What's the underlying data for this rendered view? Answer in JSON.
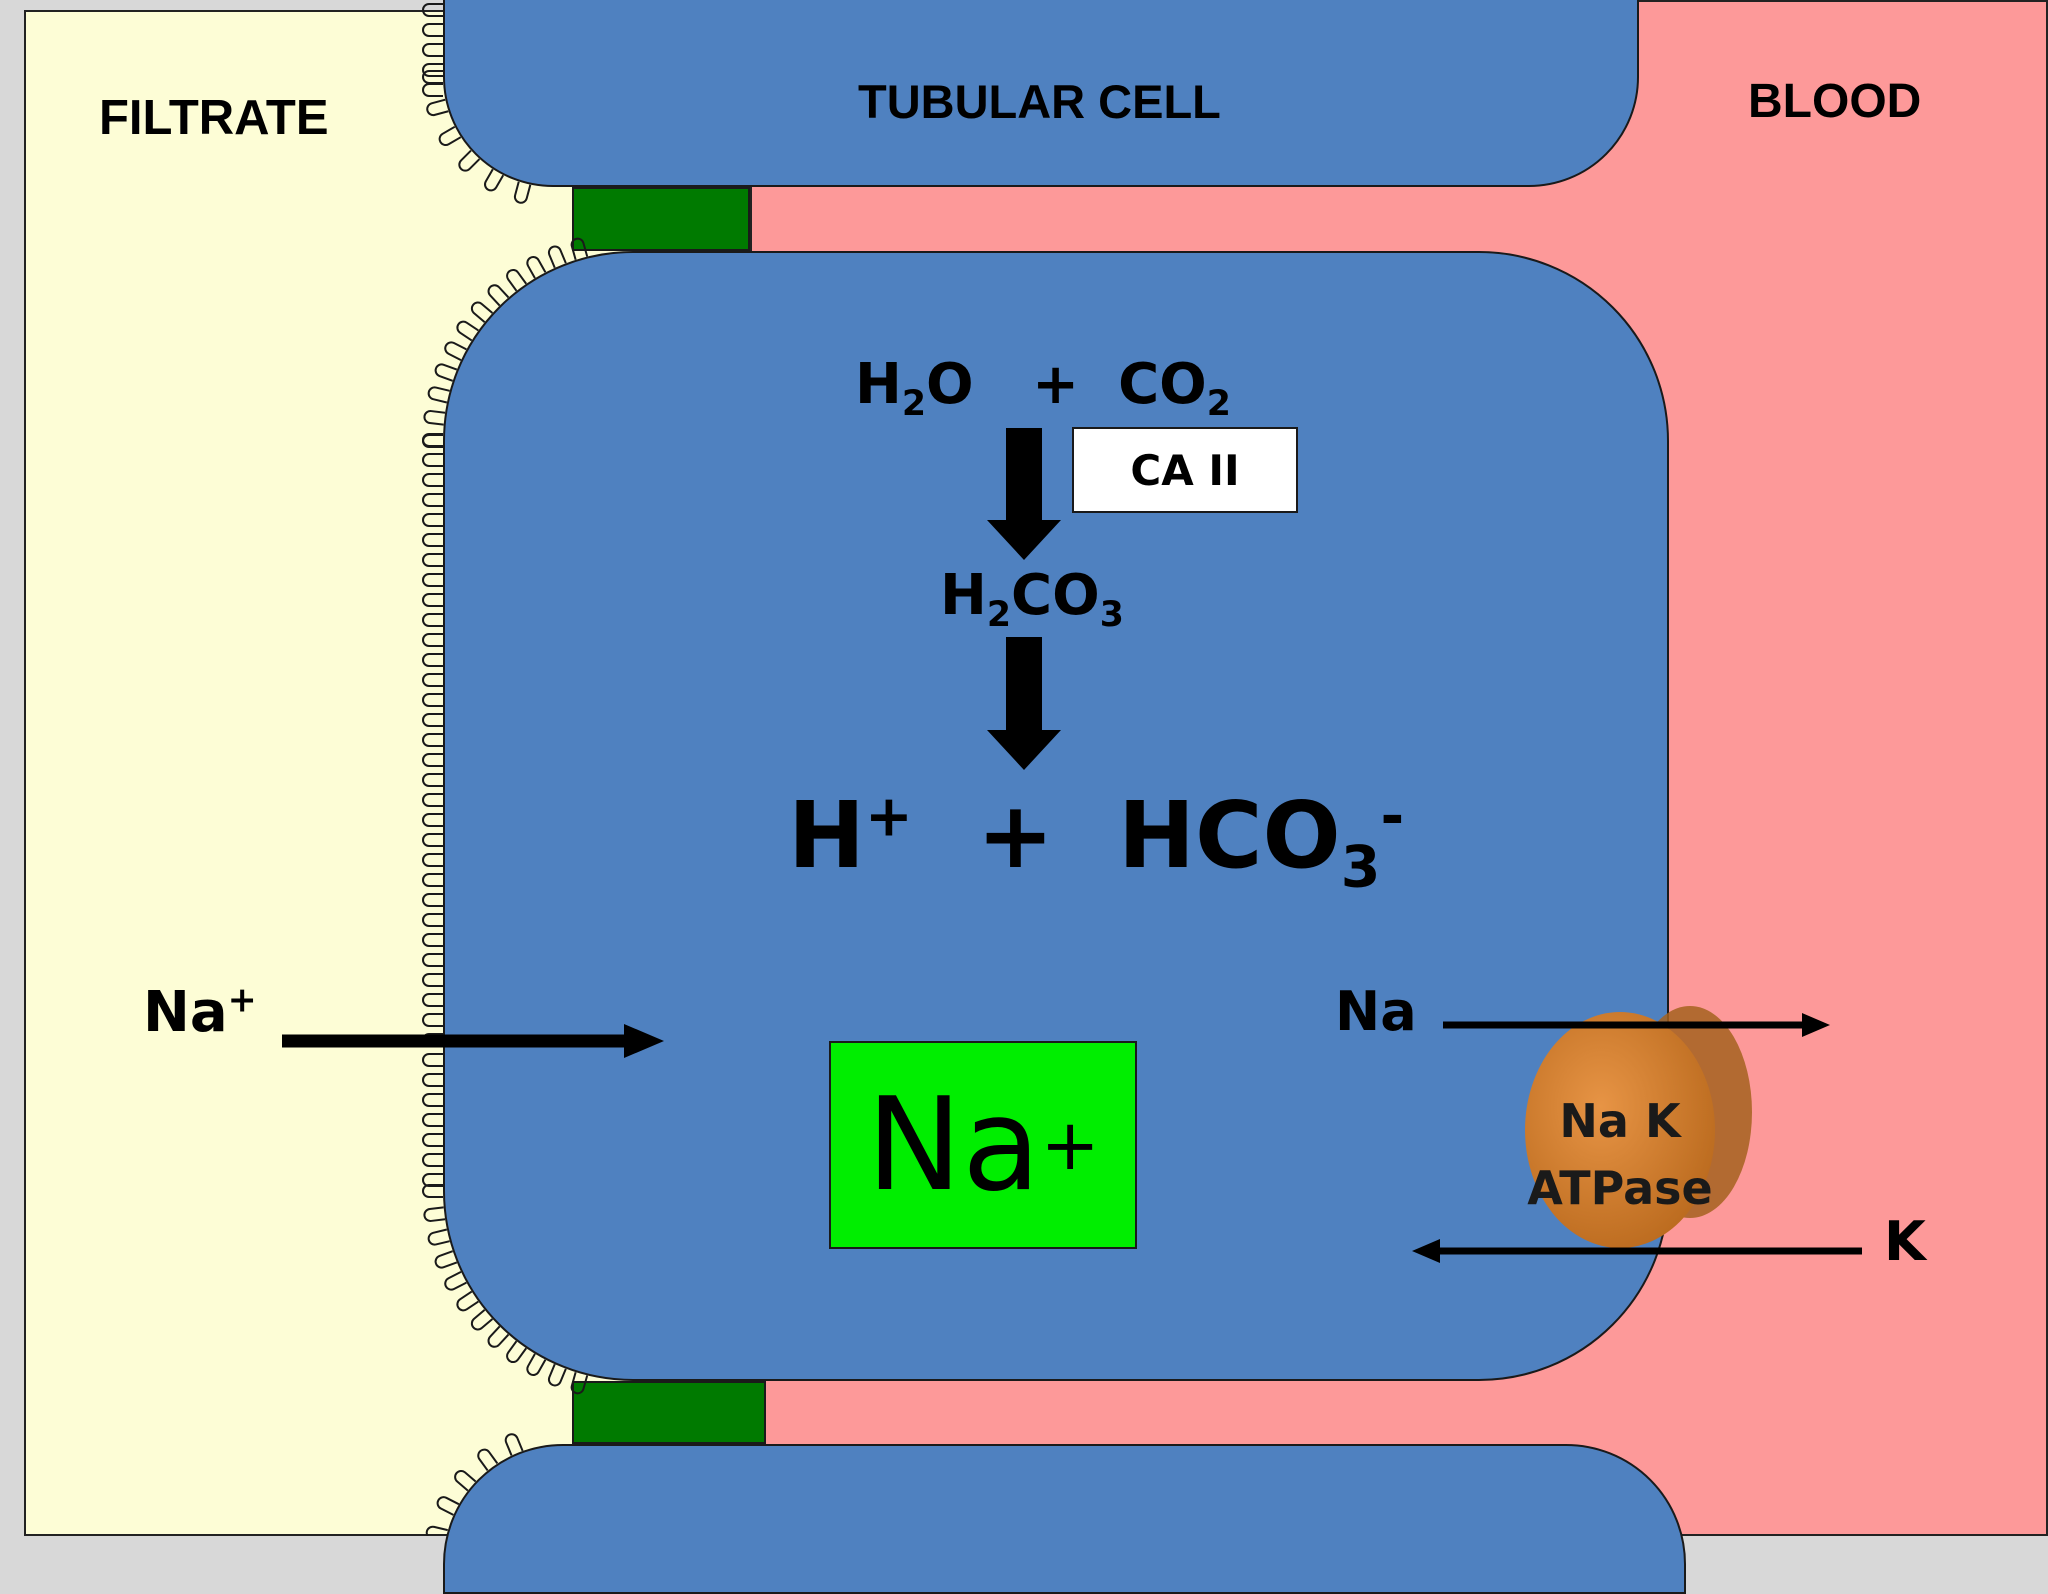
{
  "regions": {
    "filtrate": "FILTRATE",
    "tubular_cell": "TUBULAR CELL",
    "blood": "BLOOD"
  },
  "reaction": {
    "reactant_water": "H",
    "reactant_water_sub": "2",
    "reactant_water_tail": "O",
    "plus": "+",
    "reactant_co2": "CO",
    "reactant_co2_sub": "2",
    "enzyme": "CA II",
    "intermediate_h": "H",
    "intermediate_sub1": "2",
    "intermediate_co": "CO",
    "intermediate_sub2": "3",
    "product_h": "H",
    "product_h_sup": "+",
    "product_plus": "+",
    "product_hco": "HCO",
    "product_hco_sub": "3",
    "product_hco_sup": "-"
  },
  "ions": {
    "na_filtrate": "Na",
    "na_filtrate_sup": "+",
    "na_cell": "Na",
    "na_cell_sup": "+",
    "na_exit": "Na",
    "k_entry": "K"
  },
  "pump": {
    "line1": "Na K",
    "line2": "ATPase"
  },
  "colors": {
    "filtrate": "#fdfdd6",
    "blood": "#fd9999",
    "cell": "#4f81c0",
    "junction": "#007a00",
    "na_box": "#00ee00",
    "pump": "#cc7a2a"
  }
}
